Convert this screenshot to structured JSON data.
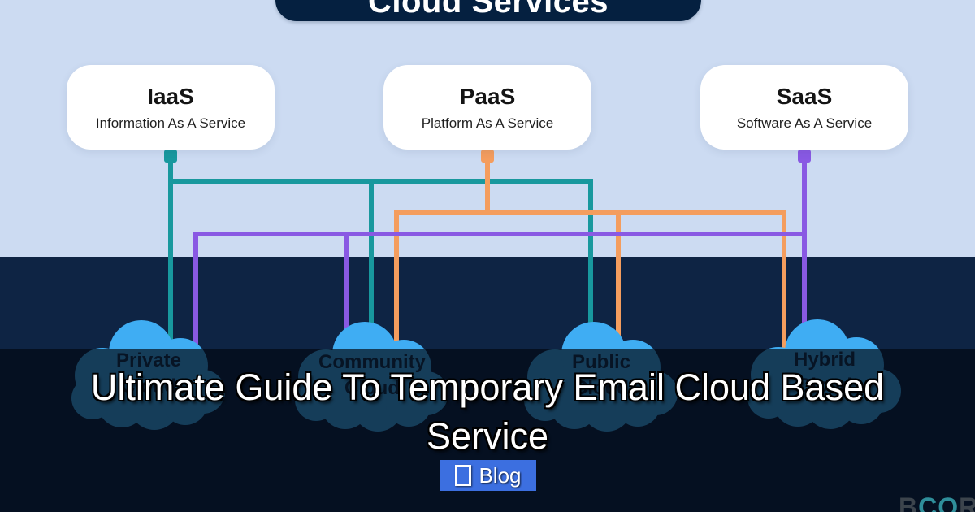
{
  "banner": {
    "title": "Cloud Services"
  },
  "cards": [
    {
      "id": "iaas",
      "abbr": "IaaS",
      "full": "Information As A Service",
      "accent": "#18989e"
    },
    {
      "id": "paas",
      "abbr": "PaaS",
      "full": "Platform As A Service",
      "accent": "#f49d5e"
    },
    {
      "id": "saas",
      "abbr": "SaaS",
      "full": "Software As A Service",
      "accent": "#8959e3"
    }
  ],
  "clouds": [
    {
      "line1": "Private",
      "line2": "Cloud"
    },
    {
      "line1": "Community",
      "line2": "Cloud"
    },
    {
      "line1": "Public",
      "line2": "Cloud"
    },
    {
      "line1": "Hybrid",
      "line2": "Cloud"
    }
  ],
  "connections": {
    "IaaS": [
      "Private Cloud",
      "Community Cloud",
      "Public Cloud"
    ],
    "PaaS": [
      "Community Cloud",
      "Public Cloud",
      "Hybrid Cloud"
    ],
    "SaaS": [
      "Private Cloud",
      "Community Cloud",
      "Hybrid Cloud"
    ]
  },
  "overlay": {
    "title_lines": [
      "Ultimate Guide To Temporary Email Cloud Based",
      "Service"
    ],
    "blog_button": {
      "icon": "missing-glyph-box",
      "label": "Blog"
    }
  },
  "watermark": {
    "part1": "B",
    "part2": "CO",
    "part3": "RD"
  },
  "colors": {
    "background_top": "#ccdbf2",
    "background_band": "#0e2444",
    "banner_bg": "#052040",
    "card_bg": "#ffffff",
    "teal": "#18989e",
    "orange": "#f49d5e",
    "purple": "#8959e3",
    "cloud_blue": "#3fadf3",
    "cloud_label": "#14304e",
    "overlay_scrim": "rgba(2,8,16,0.68)",
    "title_text": "#ffffff",
    "blog_button_bg": "#3c6fe0",
    "watermark_gray": "#3c444c",
    "watermark_teal": "#2f8e9a"
  }
}
